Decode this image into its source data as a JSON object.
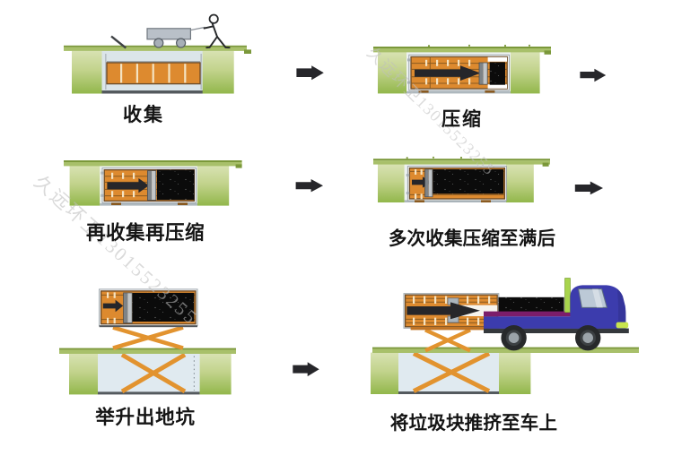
{
  "stages": [
    {
      "id": "collect",
      "label": "收集"
    },
    {
      "id": "compress",
      "label": "压缩"
    },
    {
      "id": "recollect-recompress",
      "label": "再收集再压缩"
    },
    {
      "id": "compressed-full",
      "label": "多次收集压缩至满后"
    },
    {
      "id": "lift-out-of-pit",
      "label": "举升出地坑"
    },
    {
      "id": "push-block-onto-truck",
      "label": "将垃圾块推挤至车上"
    }
  ],
  "watermark": {
    "text": "久远环卫13015523255"
  },
  "colors": {
    "background": "#ffffff",
    "caption": "#141414",
    "watermark": "#bfbfbf",
    "orange": "#dd8a2f",
    "orange-dark": "#6b4a26",
    "seam": "#8a5a20",
    "cream": "#f4e3c2",
    "ground": "#a8c06a",
    "ground-edge": "#7b983a",
    "wall-top": "#d8e2b2",
    "wall-mid": "#c2d38c",
    "wall-bottom": "#92b74b",
    "pit-gray": "#dbe5e9",
    "pit-white": "#edf1f1",
    "pit-blue": "#e0eaf0",
    "floor-dark": "#545a5e",
    "floor-light": "#aeb8be",
    "arrow": "#26262a",
    "ram-dark": "#7e8387",
    "ram-light": "#c2c6c9",
    "garbage": "#0b0b0b",
    "speckle": "#c7ccce",
    "truck-body": "#3c3cad",
    "truck-shade": "#2c2c86",
    "truck-stripe": "#7c1d6a",
    "truck-glass": "#bcc9d6",
    "truck-chassis": "#34383c",
    "wheel": "#27292b",
    "hub": "#9ba3a9",
    "headlight": "#c8e44e",
    "post-green": "#a8d44d",
    "lift-orange": "#e2932f"
  }
}
